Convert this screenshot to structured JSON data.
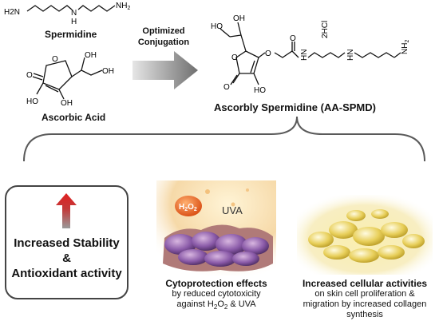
{
  "spermidine": {
    "name": "Spermidine",
    "atoms": {
      "left_amine": "H2N",
      "left_amine_sub": "2",
      "nh_h": "H",
      "nh_n": "N",
      "right_amine": "NH",
      "right_amine_sub": "2"
    }
  },
  "ascorbic_acid": {
    "name": "Ascorbic Acid",
    "atoms": {
      "o_carbonyl": "O",
      "o_ring": "O",
      "oh_top": "OH",
      "oh_side": "OH",
      "ho_left": "HO",
      "oh_right": "OH"
    }
  },
  "arrow": {
    "line1": "Optimized",
    "line2": "Conjugation"
  },
  "product": {
    "name": "Ascorbly Spermidine (AA-SPMD)",
    "salt": "2HCl",
    "atoms": {
      "ho_top": "HO",
      "oh_top": "OH",
      "o_ring": "O",
      "o_ether": "O",
      "o_amide": "O",
      "nh_amide": "N",
      "nh_amide_h": "H",
      "nh_mid": "N",
      "nh_mid_h": "H",
      "nh2_end": "NH",
      "nh2_end_sub": "2",
      "o_carbonyl": "O",
      "ho_bottom": "HO"
    }
  },
  "stability": {
    "line1": "Increased Stability",
    "line2": "&",
    "line3": "Antioxidant activity"
  },
  "cytoprotection": {
    "label_h2o2": "H",
    "label_h2o2_sub1": "2",
    "label_h2o2_mid": "O",
    "label_h2o2_sub2": "2",
    "label_uva": "UVA",
    "title": "Cytoprotection effects",
    "desc1": "by reduced cytotoxicity",
    "desc2_pre": "against H",
    "desc2_sub1": "2",
    "desc2_mid": "O",
    "desc2_sub2": "2",
    "desc2_post": " & UVA"
  },
  "cellular": {
    "title": "Increased cellular activities",
    "desc1": "on skin cell proliferation &",
    "desc2": "migration by increased collagen",
    "desc3": "synthesis"
  },
  "colors": {
    "arrow_gray": "#8a8a8a",
    "up_arrow_red": "#d42a2a"
  }
}
